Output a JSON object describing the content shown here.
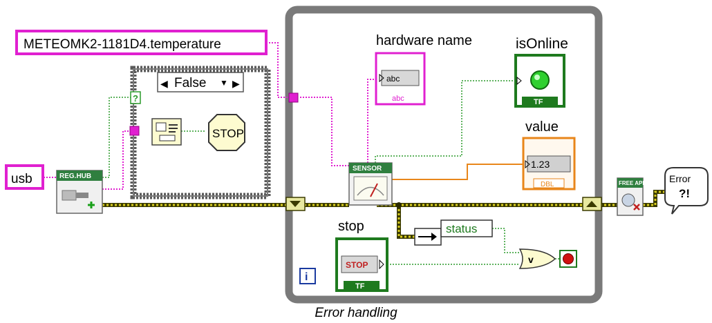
{
  "diagram": {
    "const_temperature": "METEOMK2-1181D4.temperature",
    "const_usb": "usb",
    "case_selector": "False",
    "reghub_label": "REG.HUB",
    "sensor_label": "SENSOR",
    "freeapi_label": "FREE API",
    "indicator_hardware_name": "hardware name",
    "hardware_name_value": "abc",
    "hardware_name_type": "abc",
    "indicator_isonline": "isOnline",
    "isonline_type": "TF",
    "indicator_value": "value",
    "value_display": "1.23",
    "value_type": "DBL",
    "control_stop": "stop",
    "stop_button_text": "STOP",
    "stop_type": "TF",
    "unbundle_status": "status",
    "stop_sign_text": "STOP",
    "question_mark": "?",
    "error_line1": "Error",
    "error_line2": "?!",
    "loop_iteration": "i",
    "caption": "Error handling"
  },
  "colors": {
    "string_wire": "#e020d0",
    "boolean_wire": "#2a9a2a",
    "double_wire": "#e8861a",
    "error_wire": "#d8cc20",
    "loop_border": "#7a7a7a",
    "case_border": "#5a5a5a"
  },
  "icons": {
    "led": "green-led-icon",
    "stop_sign": "stop-sign-icon",
    "hub": "usb-hub-icon",
    "gauge": "sensor-gauge-icon",
    "api": "free-api-icon",
    "or_gate": "or-gate-icon",
    "loop_condition": "stop-condition-icon"
  }
}
